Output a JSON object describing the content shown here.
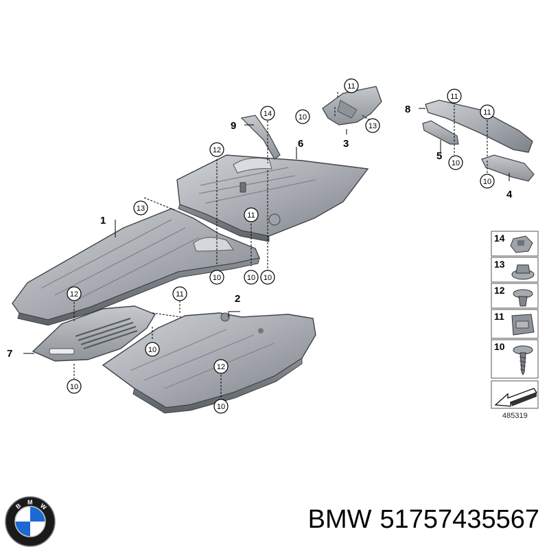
{
  "caption": {
    "brand": "BMW",
    "part_number": "51757435567"
  },
  "logo": {
    "letters": "BMW",
    "blue": "#1c69d4",
    "ring": "#1a1a1a"
  },
  "colors": {
    "panel_light": "#b7bbc0",
    "panel_mid": "#9da2a8",
    "panel_dark": "#6f747a",
    "outline": "#3f4348"
  },
  "diagram": {
    "reference_number": "485319",
    "part_labels": [
      {
        "id": "p1",
        "text": "1"
      },
      {
        "id": "p2",
        "text": "2"
      },
      {
        "id": "p3",
        "text": "3"
      },
      {
        "id": "p4",
        "text": "4"
      },
      {
        "id": "p5",
        "text": "5"
      },
      {
        "id": "p6",
        "text": "6"
      },
      {
        "id": "p7",
        "text": "7"
      },
      {
        "id": "p8",
        "text": "8"
      },
      {
        "id": "p9",
        "text": "9"
      }
    ],
    "callouts": [
      {
        "id": "c1",
        "text": "11"
      },
      {
        "id": "c2",
        "text": "10"
      },
      {
        "id": "c3",
        "text": "13"
      },
      {
        "id": "c4",
        "text": "14"
      },
      {
        "id": "c5",
        "text": "11"
      },
      {
        "id": "c6",
        "text": "11"
      },
      {
        "id": "c7",
        "text": "10"
      },
      {
        "id": "c8",
        "text": "10"
      },
      {
        "id": "c9",
        "text": "12"
      },
      {
        "id": "c10",
        "text": "13"
      },
      {
        "id": "c11",
        "text": "11"
      },
      {
        "id": "c12",
        "text": "10"
      },
      {
        "id": "c13",
        "text": "10"
      },
      {
        "id": "c14",
        "text": "10"
      },
      {
        "id": "c15",
        "text": "12"
      },
      {
        "id": "c16",
        "text": "11"
      },
      {
        "id": "c17",
        "text": "10"
      },
      {
        "id": "c18",
        "text": "10"
      },
      {
        "id": "c19",
        "text": "12"
      },
      {
        "id": "c20",
        "text": "10"
      }
    ],
    "legend": [
      {
        "id": "l14",
        "text": "14",
        "icon": "clip-nut-icon"
      },
      {
        "id": "l13",
        "text": "13",
        "icon": "flange-nut-icon"
      },
      {
        "id": "l12",
        "text": "12",
        "icon": "expanding-rivet-icon"
      },
      {
        "id": "l11",
        "text": "11",
        "icon": "spring-nut-icon"
      },
      {
        "id": "l10",
        "text": "10",
        "icon": "screw-icon"
      }
    ]
  }
}
